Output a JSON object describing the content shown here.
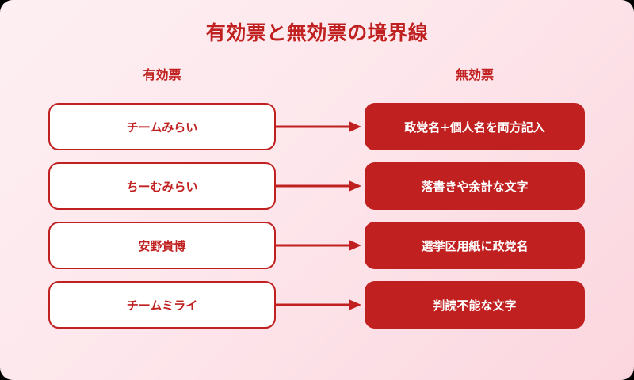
{
  "diagram": {
    "title": "有効票と無効票の境界線",
    "columns": {
      "valid_header": "有効票",
      "invalid_header": "無効票"
    },
    "colors": {
      "accent_red": "#c0201f",
      "background_light": "#fdeff2",
      "background_deep": "#fcd6df",
      "box_valid_fill": "#ffffff",
      "box_invalid_fill": "#c0201f",
      "text_on_red": "#ffffff"
    },
    "rows": [
      {
        "valid": "チームみらい",
        "arrow": "arrow-right-icon",
        "invalid": "政党名+個人名を両方記入"
      },
      {
        "valid": "ちーむみらい",
        "arrow": "arrow-right-icon",
        "invalid": "落書きや余計な文字"
      },
      {
        "valid": "安野貴博",
        "arrow": "arrow-right-icon",
        "invalid": "選挙区用紙に政党名"
      },
      {
        "valid": "チームミライ",
        "arrow": "arrow-right-icon",
        "invalid": "判読不能な文字"
      }
    ]
  }
}
